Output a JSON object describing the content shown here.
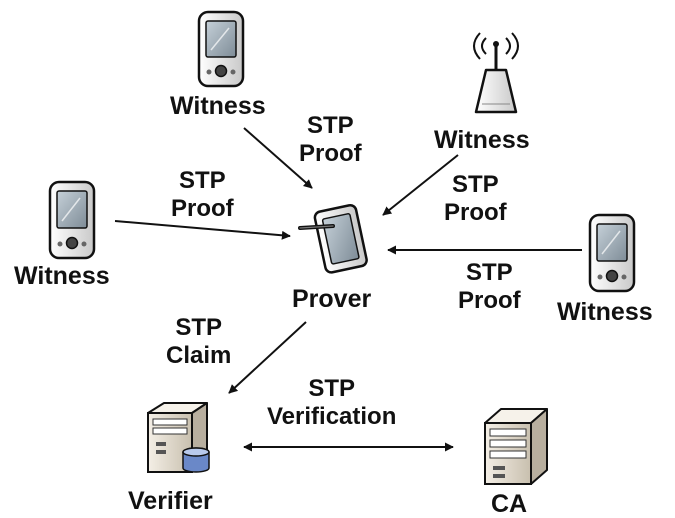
{
  "nodes": {
    "witness_top": "Witness",
    "witness_antenna": "Witness",
    "witness_left": "Witness",
    "witness_right": "Witness",
    "prover": "Prover",
    "verifier": "Verifier",
    "ca": "CA"
  },
  "edges": {
    "proof_top": {
      "line1": "STP",
      "line2": "Proof"
    },
    "proof_antenna": {
      "line1": "STP",
      "line2": "Proof"
    },
    "proof_left": {
      "line1": "STP",
      "line2": "Proof"
    },
    "proof_right": {
      "line1": "STP",
      "line2": "Proof"
    },
    "claim": {
      "line1": "STP",
      "line2": "Claim"
    },
    "verification": {
      "line1": "STP",
      "line2": "Verification"
    }
  },
  "colors": {
    "text": "#111111",
    "arrow": "#111111",
    "device_body": "#e9e9e9",
    "device_screen": "#9aa7b2",
    "server_body": "#e7e0d3",
    "disk": "#6a88c8"
  }
}
